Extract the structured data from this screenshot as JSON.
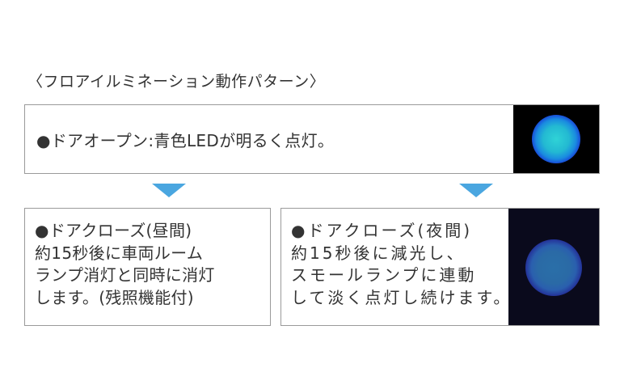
{
  "heading": "〈フロアイルミネーション動作パターン〉",
  "door_open": {
    "text": "●ドアオープン:青色LEDが明るく点灯。",
    "light_color": "#1fb8d4",
    "state": "bright"
  },
  "door_close_day": {
    "lines": [
      "●ドアクローズ(昼間)",
      "約15秒後に車両ルーム",
      "ランプ消灯と同時に消灯",
      "します。(残照機能付)"
    ]
  },
  "door_close_night": {
    "lines": [
      "●ドアクローズ(夜間)",
      "約15秒後に減光し、",
      "スモールランプに連動",
      "して淡く点灯し続けます。"
    ],
    "light_color": "#2a6aa6",
    "state": "dim"
  },
  "colors": {
    "arrow": "#4aa6e0",
    "border": "#9a9a9a",
    "text": "#333333"
  }
}
